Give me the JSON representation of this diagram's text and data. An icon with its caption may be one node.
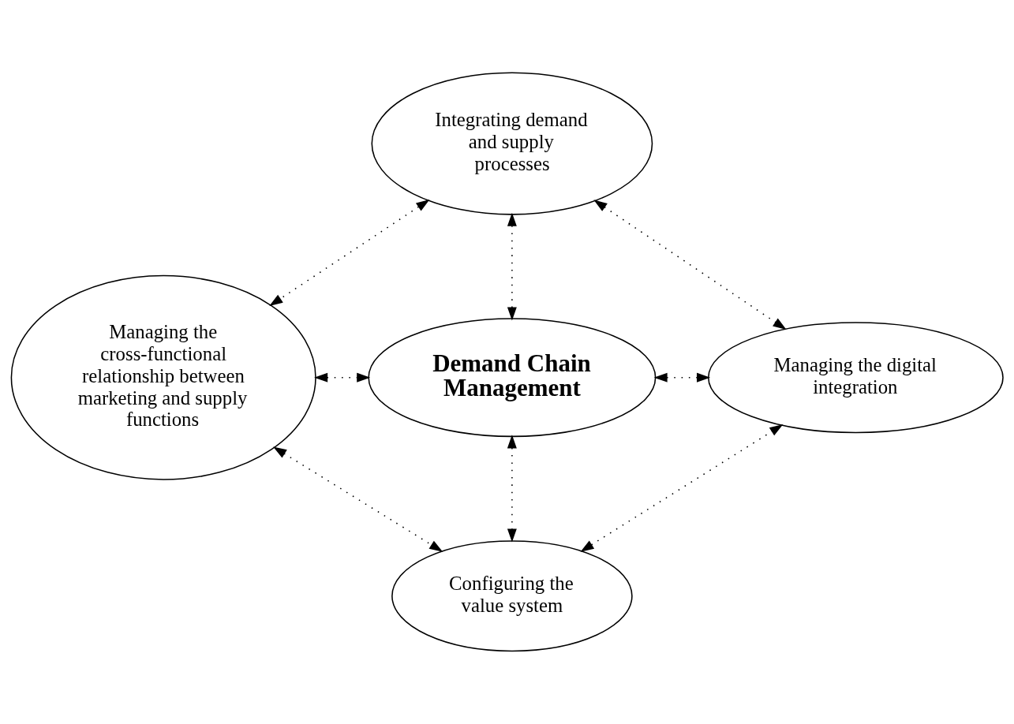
{
  "diagram": {
    "nodes": [
      {
        "text": [
          "Integrating demand and supply processes"
        ]
      },
      {
        "text": [
          "Managing the cross-functional relationship between marketing and supply functions"
        ]
      },
      {
        "text": [
          "Demand Chain Management"
        ]
      },
      {
        "text": [
          "Managing the digital integration"
        ]
      },
      {
        "text": [
          "Configuring the value system"
        ]
      }
    ],
    "edges": [
      {
        "from": 0,
        "to": 1,
        "arrow": "both",
        "style": "dashed"
      },
      {
        "from": 0,
        "to": 2,
        "arrow": "both",
        "style": "dashed"
      },
      {
        "from": 0,
        "to": 3,
        "arrow": "both",
        "style": "dashed"
      },
      {
        "from": 1,
        "to": 2,
        "arrow": "both",
        "style": "dashed"
      },
      {
        "from": 2,
        "to": 3,
        "arrow": "both",
        "style": "dashed"
      },
      {
        "from": 1,
        "to": 4,
        "arrow": "both",
        "style": "dashed"
      },
      {
        "from": 2,
        "to": 4,
        "arrow": "both",
        "style": "dashed"
      },
      {
        "from": 4,
        "to": 3,
        "arrow": "both",
        "style": "dashed"
      }
    ]
  }
}
